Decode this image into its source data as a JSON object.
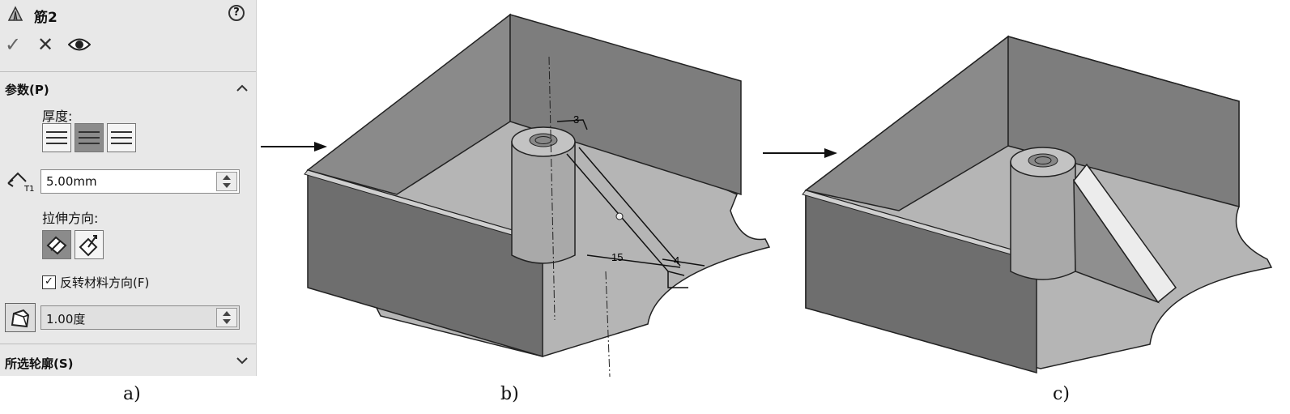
{
  "panel": {
    "title": "筋2",
    "help_glyph": "?",
    "actions": {
      "ok_glyph": "✓",
      "cancel_glyph": "✕",
      "preview_glyph": "👁"
    },
    "params_title": "参数(P)",
    "thickness_label": "厚度:",
    "thickness_value": "5.00mm",
    "extrude_dir_label": "拉伸方向:",
    "flip_material_label": "反转材料方向(F)",
    "flip_material_checked": true,
    "check_glyph": "✓",
    "draft_value": "1.00度",
    "selected_contours_title": "所选轮廓(S)",
    "icons": {
      "title": "rib-feature-icon",
      "help": "help-icon",
      "ok": "checkmark-icon",
      "cancel": "close-icon",
      "preview": "eye-icon",
      "thickness": "thickness-icon",
      "draft": "draft-icon"
    }
  },
  "figure_b": {
    "dim_3": "3",
    "dim_15": "15",
    "dim_4": "4"
  },
  "captions": {
    "a": "a)",
    "b": "b)",
    "c": "c)"
  },
  "colors": {
    "panel_bg": "#e8e8e8",
    "wall": "#7f7f7f",
    "floor": "#b8b8b8",
    "rib": "#ececec"
  }
}
